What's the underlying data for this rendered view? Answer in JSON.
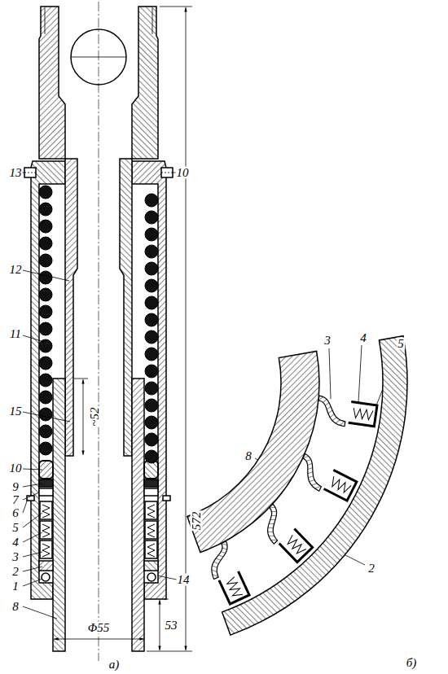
{
  "diagram": {
    "labels": [
      "13",
      "10",
      "12",
      "11",
      "15",
      "~52",
      "10",
      "9",
      "7",
      "6",
      "5",
      "4",
      "3",
      "2",
      "1",
      "8",
      "14",
      "53",
      "Φ55",
      "572",
      "а)",
      "5",
      "4",
      "3",
      "8",
      "2",
      "б)"
    ]
  }
}
